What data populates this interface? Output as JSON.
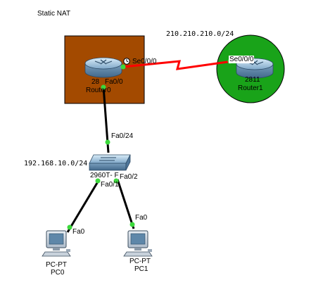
{
  "title": "Static NAT",
  "networks": {
    "wan": "210.210.210.0/24",
    "lan": "192.168.10.0/24"
  },
  "router0": {
    "model_fragment": "28",
    "name": "Router0",
    "serial_port": "Se0/0/0",
    "lan_port": "Fa0/0"
  },
  "router1": {
    "model": "2811",
    "name": "Router1",
    "serial_port": "Se0/0/0"
  },
  "switch": {
    "model_fragment": "2960T‑ F",
    "port_uplink": "Fa0/24",
    "port_pc0": "Fa0/1",
    "port_pc1": "Fa0/2"
  },
  "pc0": {
    "type": "PC-PT",
    "name": "PC0",
    "port": "Fa0"
  },
  "pc1": {
    "type": "PC-PT",
    "name": "PC1",
    "port": "Fa0"
  },
  "colors": {
    "router0_area": "#a34a00",
    "router1_area": "#19a319",
    "serial_link": "#ff0000",
    "ethernet_link": "#000000",
    "link_up": "#3cd93c"
  }
}
